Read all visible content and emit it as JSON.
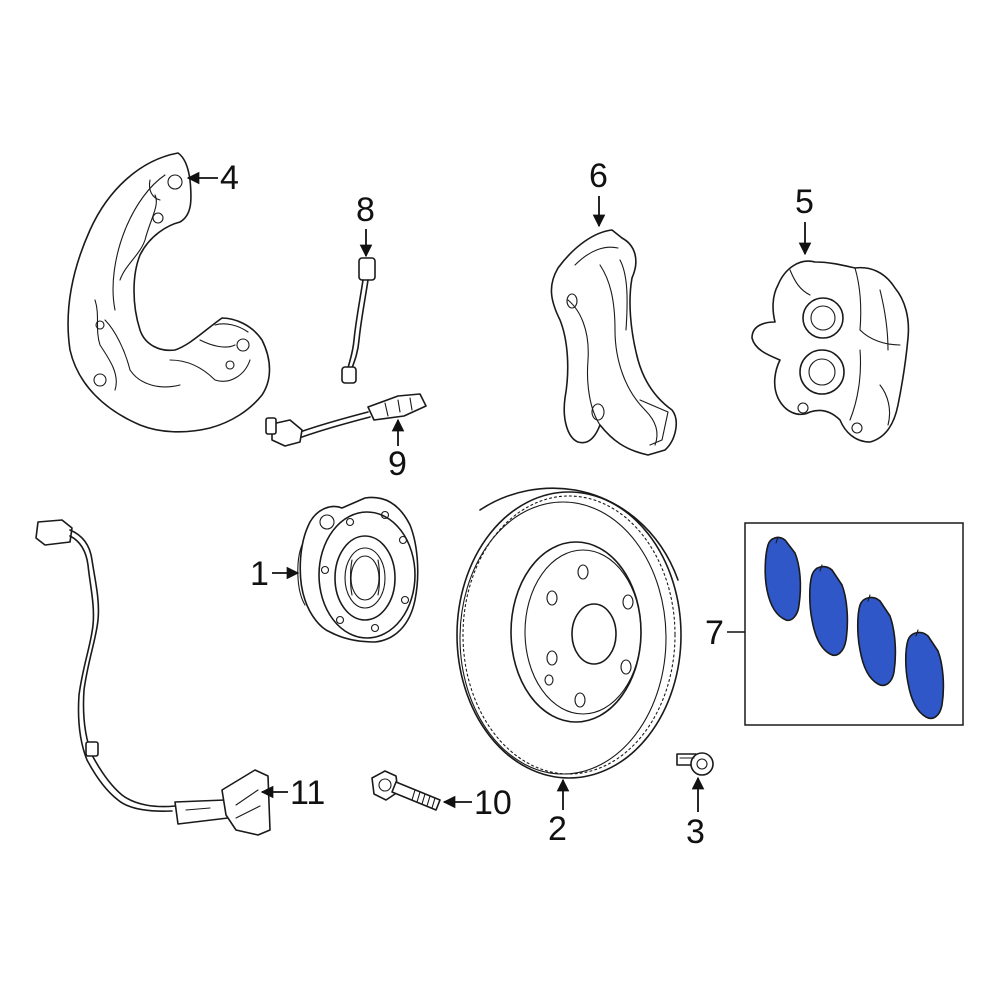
{
  "colors": {
    "line": "#1a1a1a",
    "pad_fill": "#2f57c8",
    "background": "#ffffff"
  },
  "callouts": {
    "c1": "1",
    "c2": "2",
    "c3": "3",
    "c4": "4",
    "c5": "5",
    "c6": "6",
    "c7": "7",
    "c8": "8",
    "c9": "9",
    "c10": "10",
    "c11": "11"
  }
}
